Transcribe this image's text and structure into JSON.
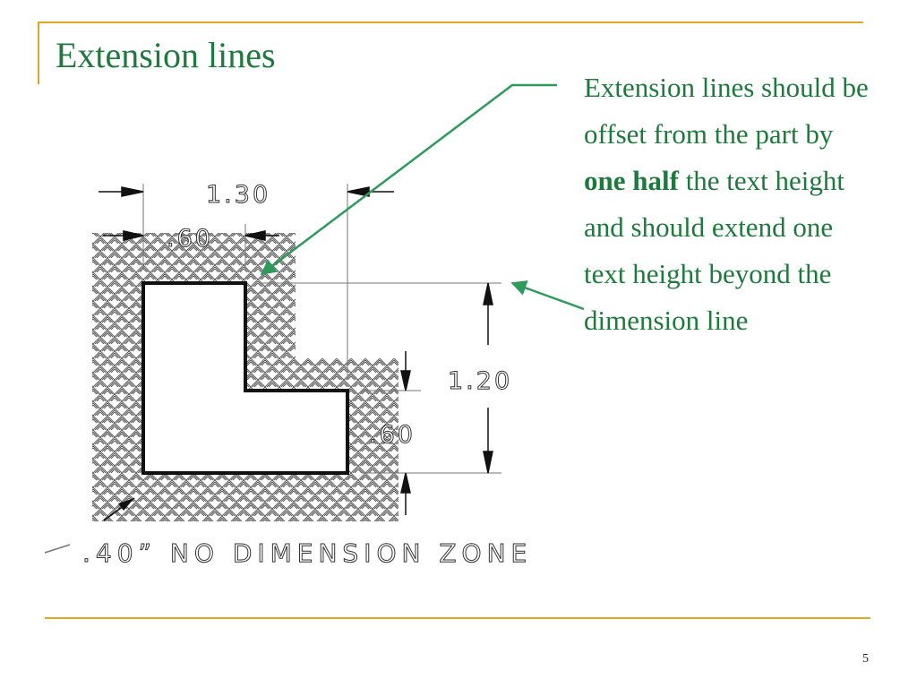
{
  "slide": {
    "title": "Extension lines",
    "page_number": "5",
    "note": {
      "part1": "Extension lines should be offset from the part by ",
      "emphasis": "one half",
      "part2": " the text height and should extend one text height beyond the dimension line"
    }
  },
  "drawing": {
    "dims": {
      "overall_width": "1.30",
      "leg_width": ".60",
      "overall_height": "1.20",
      "leg_height": ".60"
    },
    "zone_label": ".40” NO DIMENSION ZONE"
  },
  "colors": {
    "accent_rule": "#e2a626",
    "text_green": "#1d7a3c",
    "leader_green": "#2e9a5c"
  }
}
